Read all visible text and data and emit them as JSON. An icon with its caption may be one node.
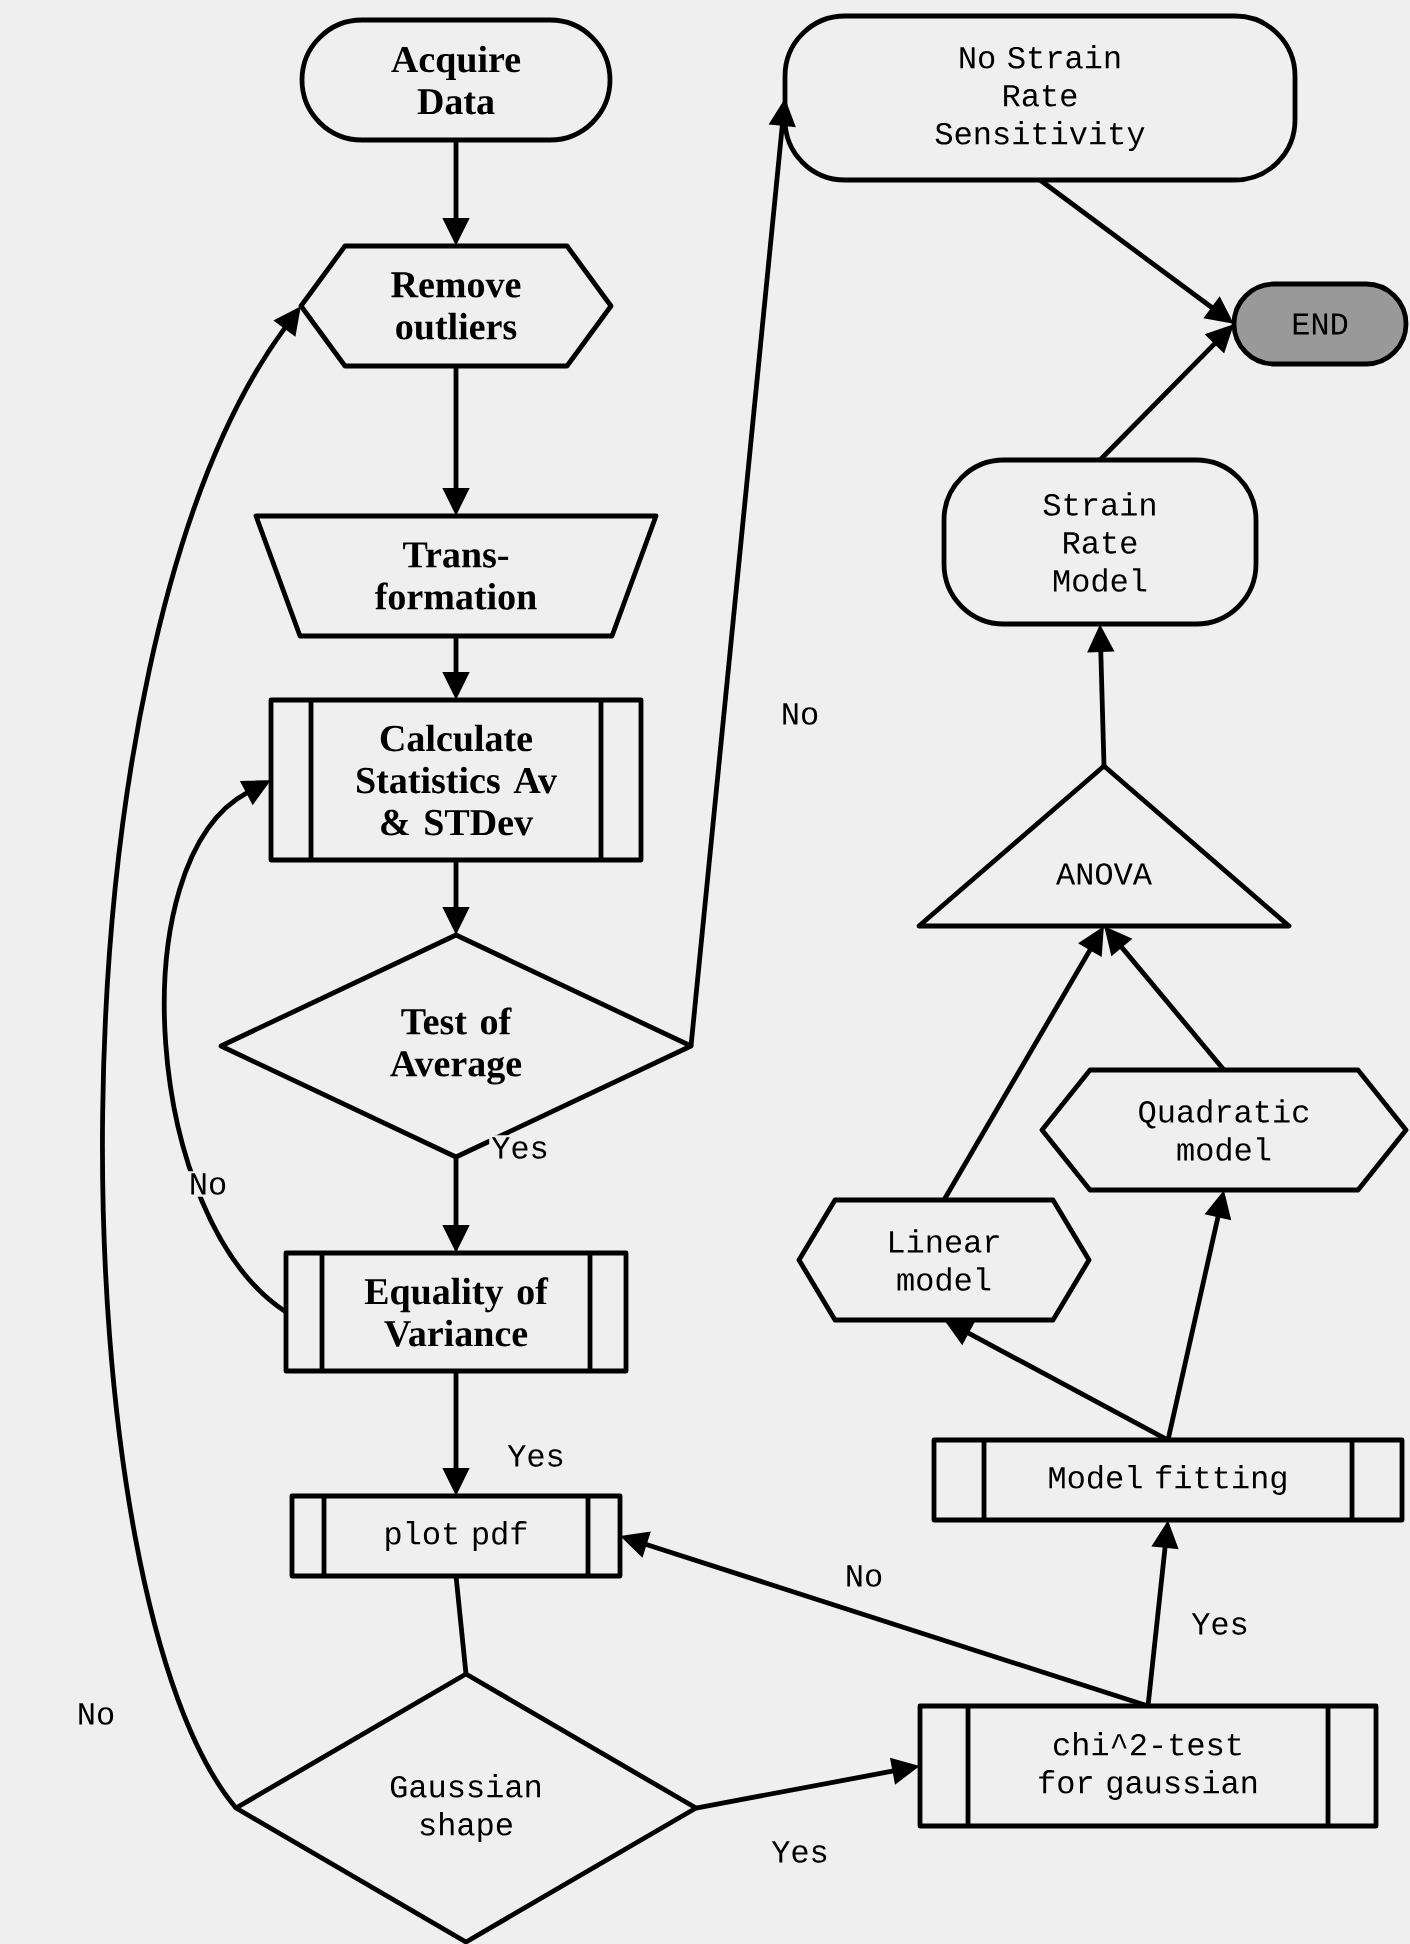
{
  "diagram": {
    "nodes": [
      {
        "text": [
          "Acquire Data"
        ]
      },
      {
        "text": [
          "Remove outliers"
        ]
      },
      {
        "text": [
          "Trans- formation"
        ]
      },
      {
        "text": [
          "Calculate Statistics Av & STDev"
        ]
      },
      {
        "text": [
          "Test of Average"
        ]
      },
      {
        "text": [
          "Equality of Variance"
        ]
      },
      {
        "text": [
          "plot pdf"
        ]
      },
      {
        "text": [
          "Gaussian shape"
        ]
      },
      {
        "text": [
          "chi^2-test for gaussian"
        ]
      },
      {
        "text": [
          "Model fitting"
        ]
      },
      {
        "text": [
          "Linear model"
        ]
      },
      {
        "text": [
          "Quadratic model"
        ]
      },
      {
        "text": [
          "ANOVA"
        ]
      },
      {
        "text": [
          "Strain Rate Model"
        ]
      },
      {
        "text": [
          "No Strain Rate Sensitivity"
        ]
      },
      {
        "text": [
          "END"
        ]
      }
    ],
    "edges": [
      {
        "from": 0,
        "to": 1,
        "arrow": "to"
      },
      {
        "from": 1,
        "to": 2,
        "arrow": "to"
      },
      {
        "from": 2,
        "to": 3,
        "arrow": "to"
      },
      {
        "from": 3,
        "to": 4,
        "arrow": "to"
      },
      {
        "from": 4,
        "to": 5,
        "arrow": "to",
        "label": "Yes"
      },
      {
        "from": 5,
        "to": 6,
        "arrow": "to",
        "label": "Yes"
      },
      {
        "from": 6,
        "to": 7,
        "arrow": "none"
      },
      {
        "from": 7,
        "to": 8,
        "arrow": "to",
        "label": "Yes"
      },
      {
        "from": 8,
        "to": 6,
        "arrow": "to",
        "label": "No"
      },
      {
        "from": 8,
        "to": 9,
        "arrow": "to",
        "label": "Yes"
      },
      {
        "from": 9,
        "to": 10,
        "arrow": "to"
      },
      {
        "from": 9,
        "to": 11,
        "arrow": "to"
      },
      {
        "from": 10,
        "to": 12,
        "arrow": "to"
      },
      {
        "from": 11,
        "to": 12,
        "arrow": "to"
      },
      {
        "from": 12,
        "to": 13,
        "arrow": "to"
      },
      {
        "from": 13,
        "to": 15,
        "arrow": "to"
      },
      {
        "from": 14,
        "to": 15,
        "arrow": "to"
      },
      {
        "from": 4,
        "to": 14,
        "arrow": "to",
        "label": "No"
      },
      {
        "from": 5,
        "to": 3,
        "arrow": "to",
        "label": "No"
      },
      {
        "from": 7,
        "to": 1,
        "arrow": "to",
        "label": "No"
      }
    ]
  }
}
